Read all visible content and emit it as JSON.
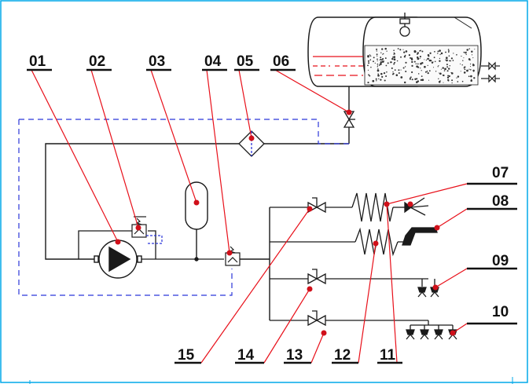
{
  "labels": {
    "l01": "01",
    "l02": "02",
    "l03": "03",
    "l04": "04",
    "l05": "05",
    "l06": "06",
    "l07": "07",
    "l08": "08",
    "l09": "09",
    "l10": "10",
    "l11": "11",
    "l12": "12",
    "l13": "13",
    "l14": "14",
    "l15": "15"
  },
  "colors": {
    "line": "#1a1a1a",
    "leader": "#e8101a",
    "leader_dot": "#d0101a",
    "dashed": "#2b36d9",
    "fluid": "#e8101a",
    "frame": "#00a8e8"
  }
}
